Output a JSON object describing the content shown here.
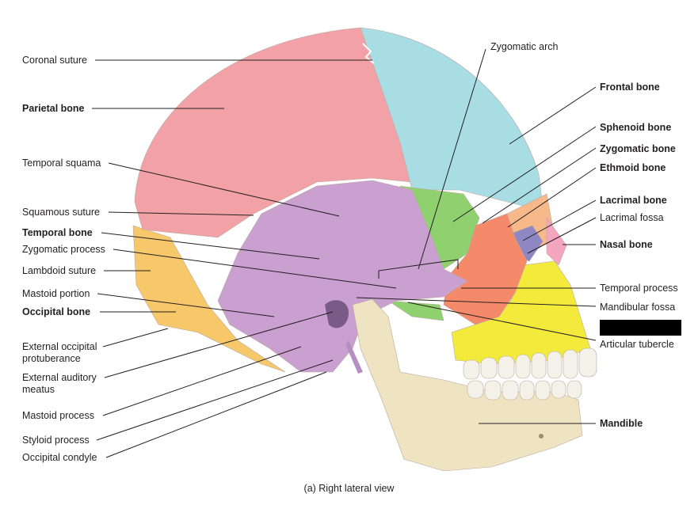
{
  "caption": "(a) Right lateral view",
  "colors": {
    "parietal": "#f2a2a6",
    "frontal": "#a8dde3",
    "temporal": "#c9a0cf",
    "occipital": "#f7c86a",
    "sphenoid": "#8fd16f",
    "zygomatic": "#f58a6a",
    "ethmoid": "#f7b98a",
    "lacrimal": "#8f86c4",
    "nasal": "#f4a6c0",
    "maxilla": "#f3ea3c",
    "mandible": "#efe4c2",
    "teeth": "#f4f1e8",
    "leader": "#231f20"
  },
  "labels": {
    "left": [
      "Coronal suture",
      "Parietal bone",
      "Temporal squama",
      "Squamous suture",
      "Temporal bone",
      "Zygomatic process",
      "Lambdoid suture",
      "Mastoid portion",
      "Occipital bone",
      "External occipital protuberance",
      "External auditory meatus",
      "Mastoid process",
      "Styloid process",
      "Occipital condyle"
    ],
    "top": [
      "Zygomatic arch"
    ],
    "right": [
      "Frontal bone",
      "Sphenoid bone",
      "Zygomatic bone",
      "Ethmoid bone",
      "Lacrimal bone",
      "Lacrimal fossa",
      "Nasal bone",
      "Temporal process",
      "Mandibular fossa",
      "Articular tubercle",
      "Mandible"
    ]
  }
}
